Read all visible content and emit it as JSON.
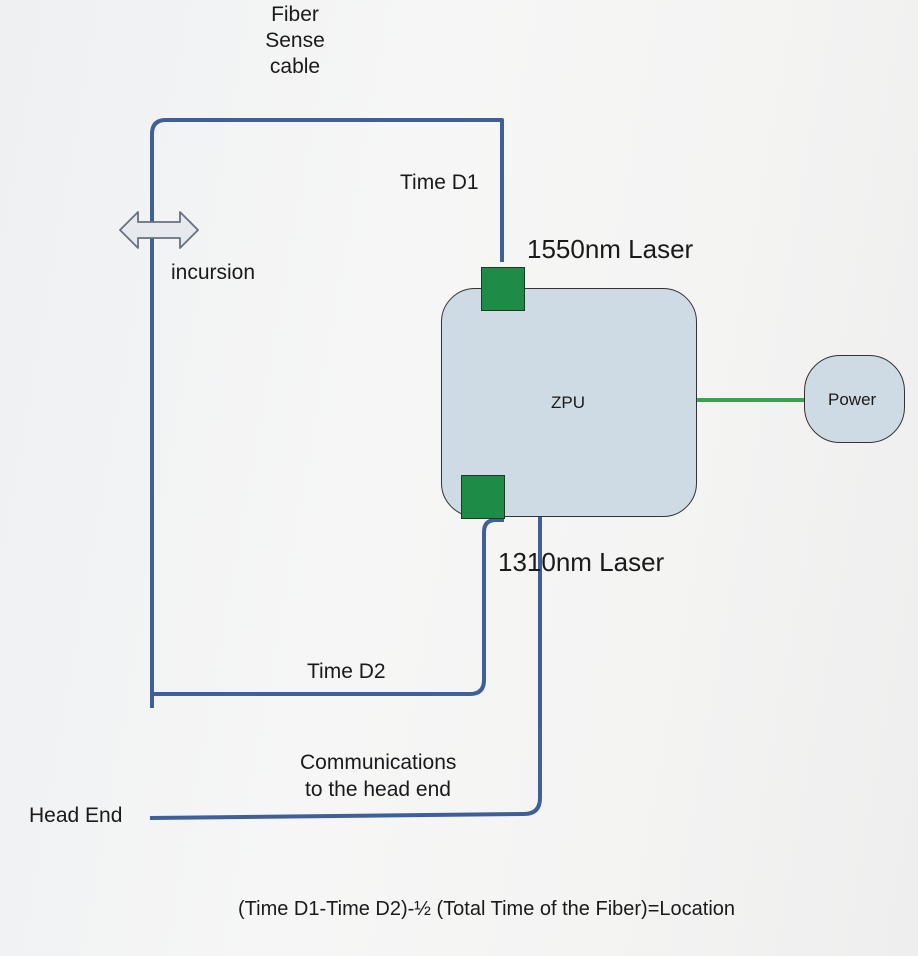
{
  "labels": {
    "fiber_sense_cable": "Fiber Sense cable",
    "time_d1": "Time D1",
    "time_d2": "Time D2",
    "incursion": "incursion",
    "laser_1550": "1550nm Laser",
    "laser_1310": "1310nm Laser",
    "zpu": "ZPU",
    "power": "Power",
    "communications_line1": "Communications",
    "communications_line2": "to the head end",
    "head_end": "Head End",
    "formula": "(Time D1-Time D2)-½ (Total Time of the Fiber)=Location"
  },
  "colors": {
    "fiber": "#3f5f98",
    "power_line": "#3aa14c",
    "laser_fill": "#1e8c46",
    "box_fill": "#cfdbe4"
  },
  "icons": {
    "incursion": "double-arrow-icon"
  }
}
